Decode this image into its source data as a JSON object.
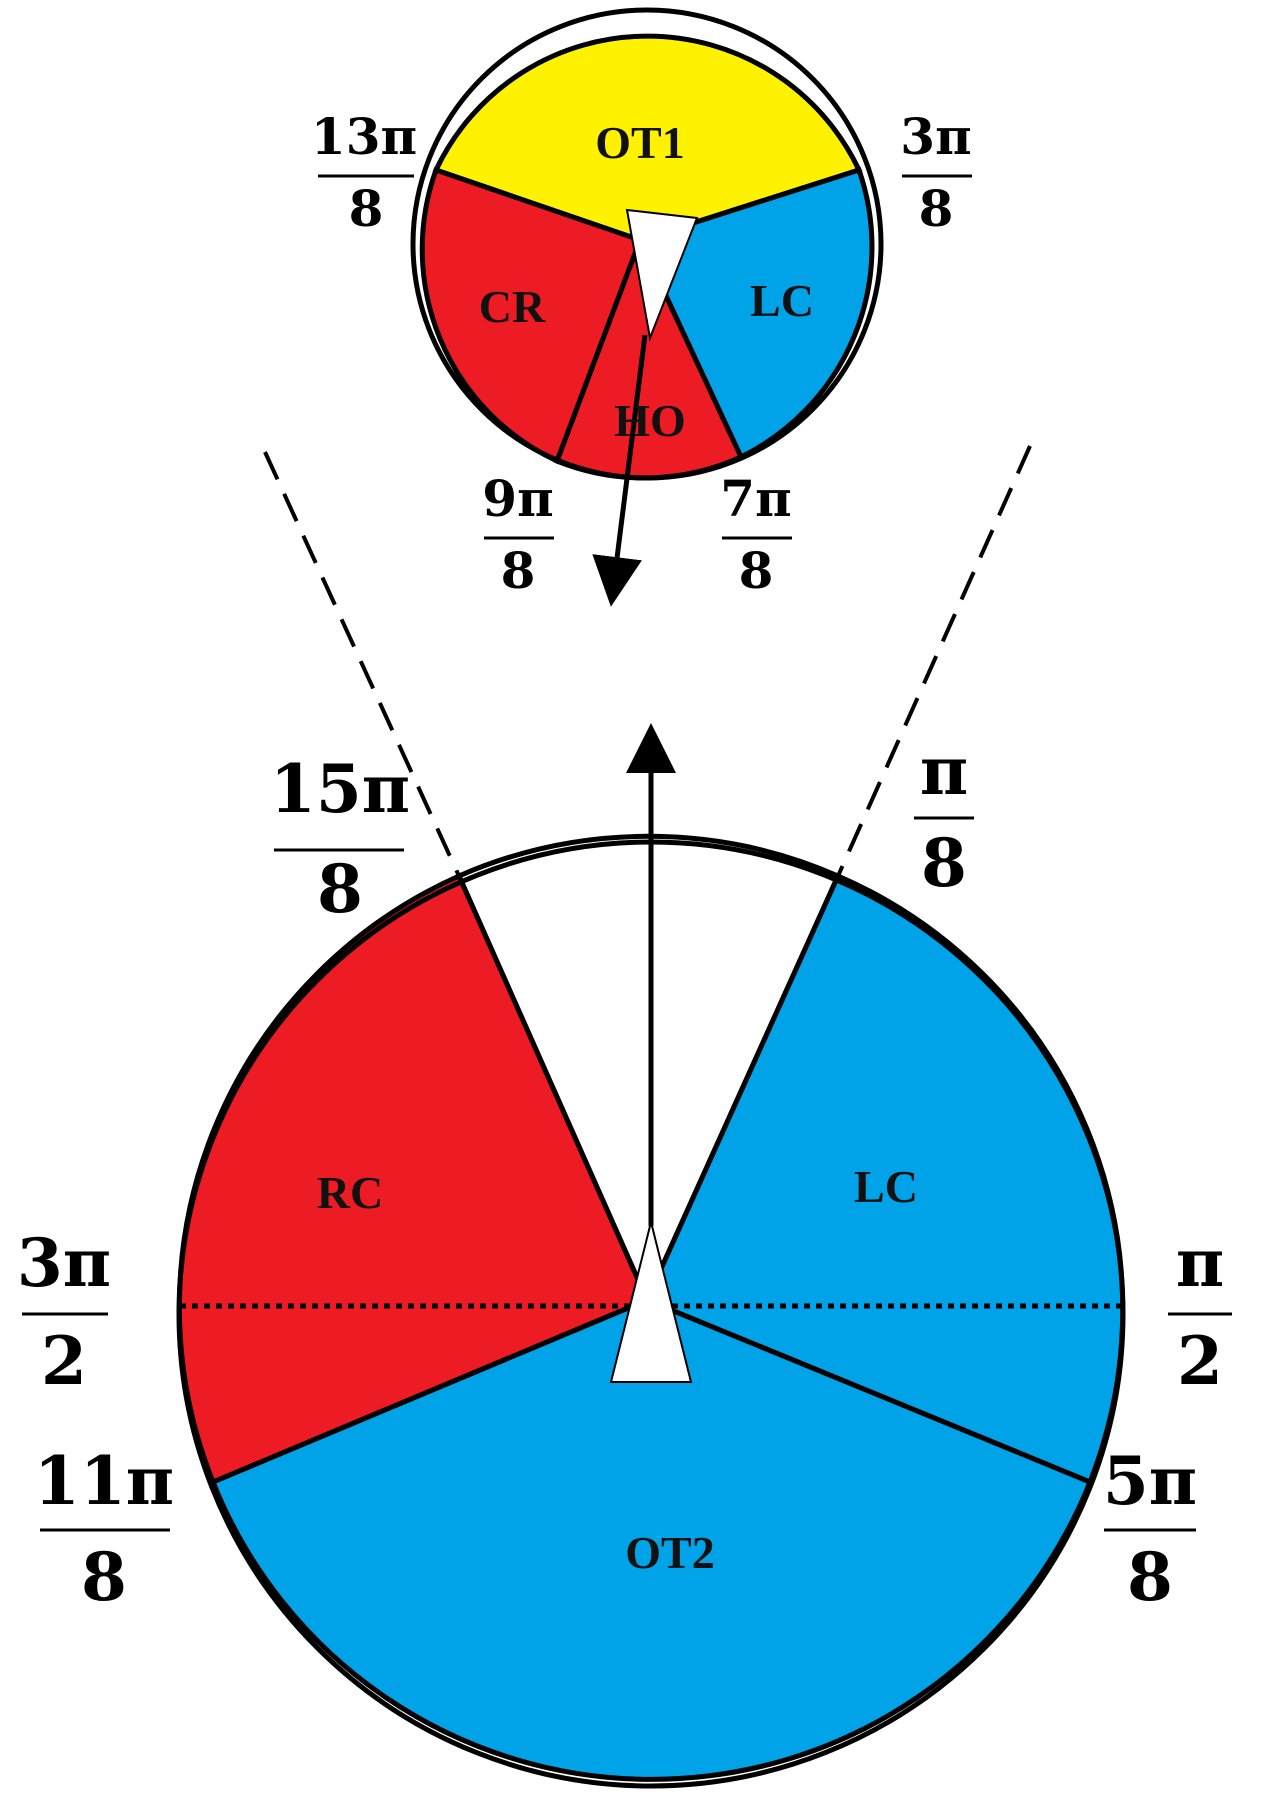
{
  "colors": {
    "yellow": "#FFF200",
    "red": "#ED1C24",
    "blue": "#00A2E8",
    "white": "#FFFFFF",
    "stroke": "#000000"
  },
  "top_circle": {
    "sectors": [
      {
        "id": "ot1",
        "label": "OT1",
        "color": "yellow"
      },
      {
        "id": "lc",
        "label": "LC",
        "color": "blue"
      },
      {
        "id": "ho",
        "label": "HO",
        "color": "red"
      },
      {
        "id": "cr",
        "label": "CR",
        "color": "red"
      }
    ],
    "angle_labels": [
      {
        "id": "13pi-8",
        "num": "13π",
        "den": "8"
      },
      {
        "id": "3pi-8",
        "num": "3π",
        "den": "8"
      },
      {
        "id": "9pi-8",
        "num": "9π",
        "den": "8"
      },
      {
        "id": "7pi-8",
        "num": "7π",
        "den": "8"
      }
    ]
  },
  "bottom_circle": {
    "sectors": [
      {
        "id": "front",
        "label": "",
        "color": "white"
      },
      {
        "id": "lc",
        "label": "LC",
        "color": "blue"
      },
      {
        "id": "ot2",
        "label": "OT2",
        "color": "blue"
      },
      {
        "id": "rc",
        "label": "RC",
        "color": "red"
      }
    ],
    "angle_labels": [
      {
        "id": "15pi-8",
        "num": "15π",
        "den": "8"
      },
      {
        "id": "pi-8",
        "num": "π",
        "den": "8"
      },
      {
        "id": "3pi-2",
        "num": "3π",
        "den": "2"
      },
      {
        "id": "pi-2",
        "num": "π",
        "den": "2"
      },
      {
        "id": "11pi-8",
        "num": "11π",
        "den": "8"
      },
      {
        "id": "5pi-8",
        "num": "5π",
        "den": "8"
      }
    ]
  }
}
